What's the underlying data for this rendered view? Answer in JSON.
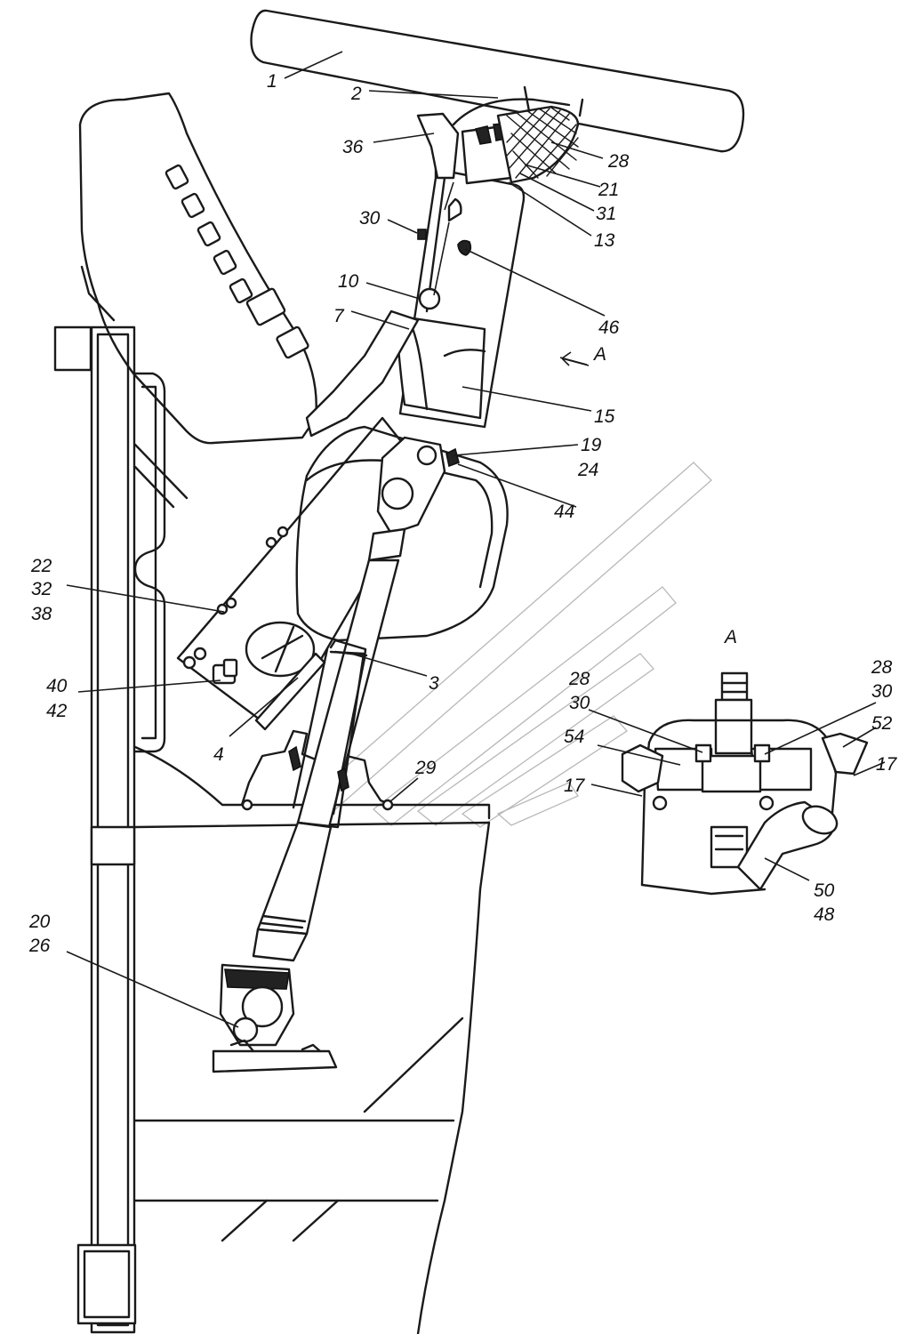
{
  "colors": {
    "ink": "#1a1a1a",
    "paper": "#ffffff",
    "ghost": "#b8b8b8"
  },
  "view_label": "A",
  "labels": {
    "l1": "1",
    "l2": "2",
    "l36": "36",
    "l28a": "28",
    "l21": "21",
    "l31": "31",
    "l13": "13",
    "l30a": "30",
    "l46": "46",
    "l10": "10",
    "l7": "7",
    "lA": "A",
    "l15": "15",
    "l19": "19",
    "l24": "24",
    "l44": "44",
    "l22": "22",
    "l32": "32",
    "l38": "38",
    "l40": "40",
    "l42": "42",
    "l4": "4",
    "l3": "3",
    "l29": "29",
    "l20": "20",
    "l26": "26",
    "lAview": "A",
    "l28b": "28",
    "l30b": "30",
    "l28c": "28",
    "l30c": "30",
    "l52": "52",
    "l54": "54",
    "l17a": "17",
    "l17b": "17",
    "l50": "50",
    "l48": "48"
  }
}
